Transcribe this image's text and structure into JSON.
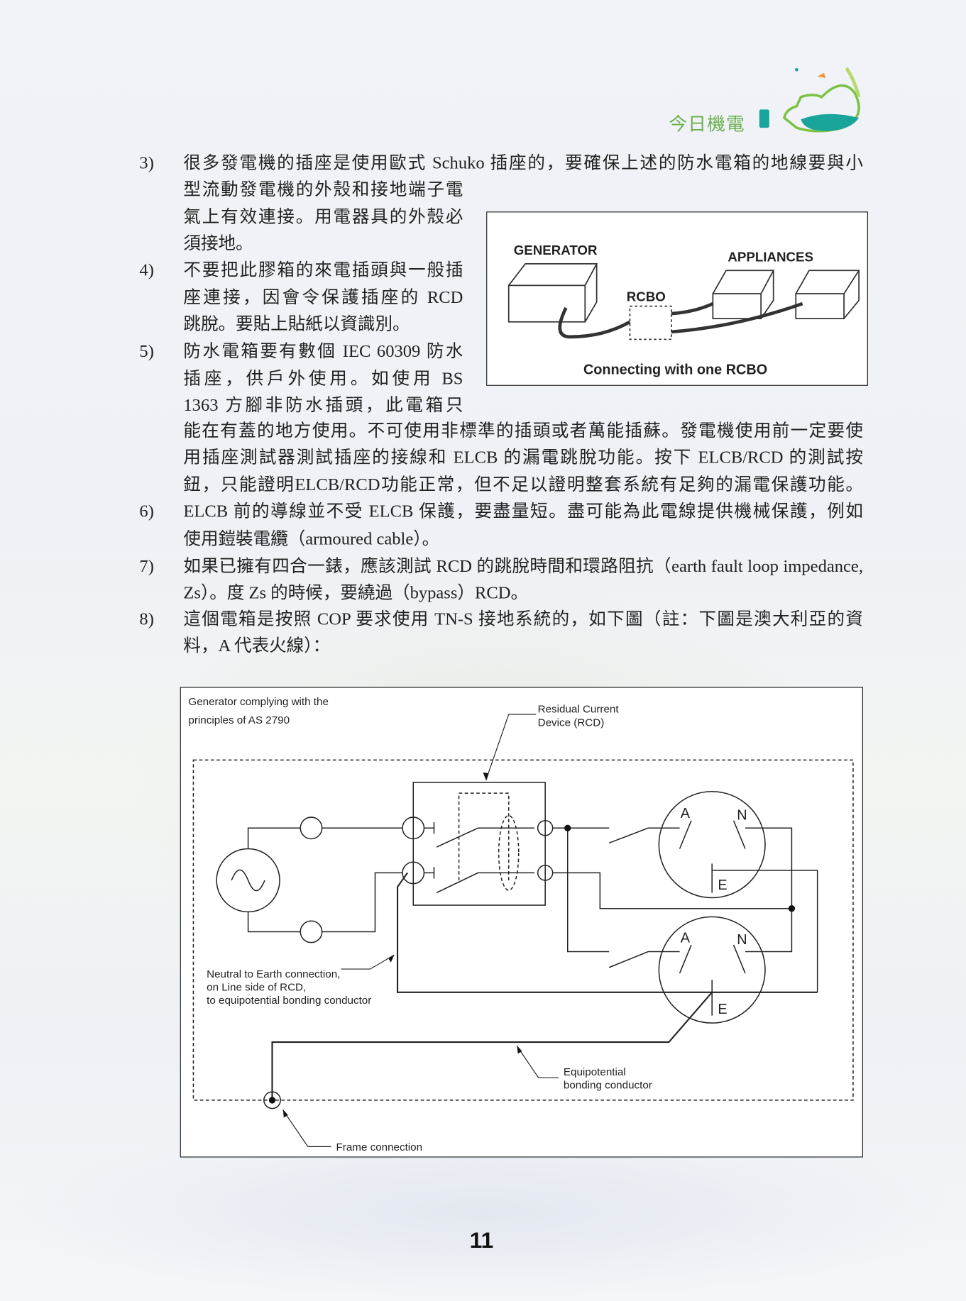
{
  "header": {
    "logo_text": "今日機電"
  },
  "items": [
    {
      "number": "3)",
      "lines": [
        "很多發電機的插座是使用歐式 Schuko 插座的，要確保上述的防水電箱的地線要與小",
        "型流動發電機的外殼和接地端子電",
        "氣上有效連接。用電器具的外殼必",
        "須接地。"
      ]
    },
    {
      "number": "4)",
      "lines": [
        "不要把此膠箱的來電插頭與一般插",
        "座連接，因會令保護插座的 RCD",
        "跳脫。要貼上貼紙以資識別。"
      ]
    },
    {
      "number": "5)",
      "lines": [
        "防水電箱要有數個 IEC 60309 防水",
        "插座，供戶外使用。如使用 BS",
        "1363 方腳非防水插頭，此電箱只",
        "能在有蓋的地方使用。不可使用非標準的插頭或者萬能插蘇。發電機使用前一定要使",
        "用插座測試器測試插座的接線和 ELCB 的漏電跳脫功能。按下 ELCB/RCD 的測試按",
        "鈕，只能證明ELCB/RCD功能正常，但不足以證明整套系統有足夠的漏電保護功能。"
      ]
    },
    {
      "number": "6)",
      "lines": [
        "ELCB 前的導線並不受 ELCB 保護，要盡量短。盡可能為此電線提供機械保護，例如",
        "使用鎧裝電纜（armoured cable）。"
      ]
    },
    {
      "number": "7)",
      "lines": [
        "如果已擁有四合一錶，應該測試 RCD 的跳脫時間和環路阻抗（earth fault loop impedance,",
        "Zs）。度 Zs 的時候，要繞過（bypass）RCD。"
      ]
    },
    {
      "number": "8)",
      "lines": [
        "這個電箱是按照 COP 要求使用 TN-S 接地系統的，如下圖（註：下圖是澳大利亞的資",
        "料，A 代表火線）："
      ]
    }
  ],
  "figure_rcbo": {
    "generator": "GENERATOR",
    "appliances": "APPLIANCES",
    "rcbo": "RCBO",
    "caption": "Connecting with one RCBO"
  },
  "figure_circuit": {
    "title_line1": "Generator complying with the",
    "title_line2": "principles of AS 2790",
    "rcd_line1": "Residual Current",
    "rcd_line2": "Device (RCD)",
    "neutral_line1": "Neutral to Earth connection,",
    "neutral_line2": "on Line side of RCD,",
    "neutral_line3": "to equipotential bonding conductor",
    "equi_line1": "Equipotential",
    "equi_line2": "bonding conductor",
    "frame": "Frame connection",
    "pin_a": "A",
    "pin_n": "N",
    "pin_e": "E"
  },
  "page_number": "11"
}
